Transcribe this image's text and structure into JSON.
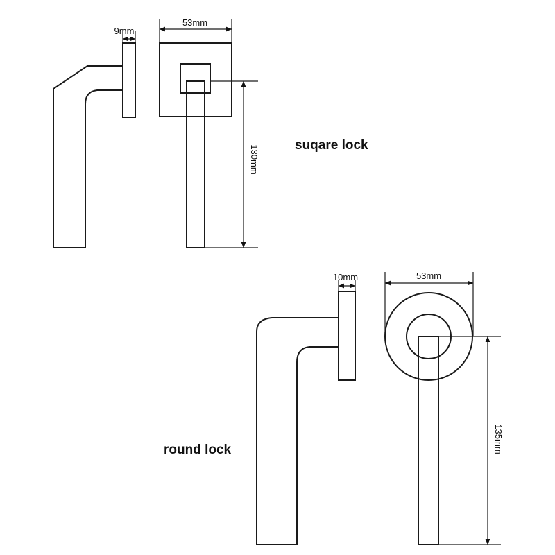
{
  "square": {
    "caption": "suqare lock",
    "plate_thickness": "9mm",
    "plate_width": "53mm",
    "lever_length": "130mm"
  },
  "round": {
    "caption": "round lock",
    "plate_thickness": "10mm",
    "plate_width": "53mm",
    "lever_length": "135mm"
  },
  "colors": {
    "line": "#1a1a1a",
    "background": "#ffffff"
  }
}
